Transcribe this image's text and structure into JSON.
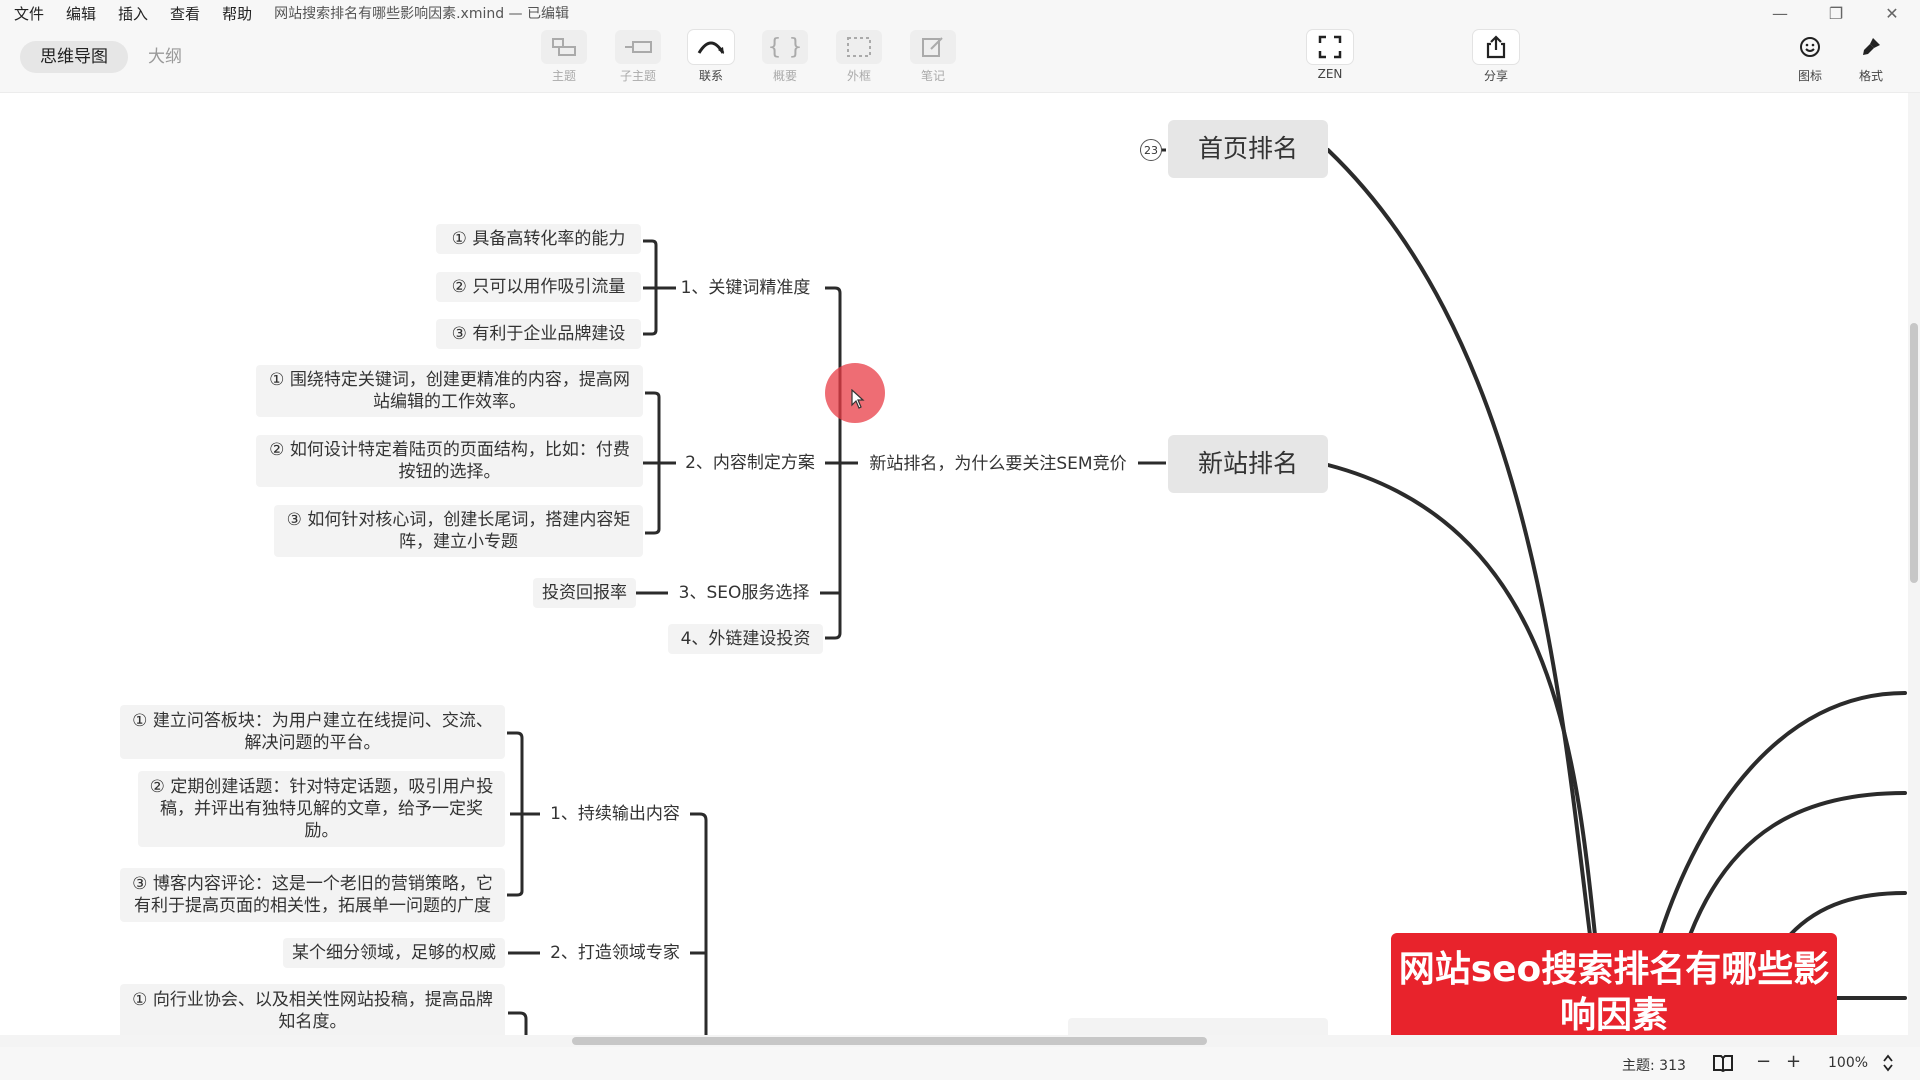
{
  "menu": [
    "文件",
    "编辑",
    "插入",
    "查看",
    "帮助"
  ],
  "document_title": "网站搜索排名有哪些影响因素.xmind — 已编辑",
  "window_controls": [
    "—",
    "❐",
    "✕"
  ],
  "view_tabs": [
    "思维导图",
    "大纲"
  ],
  "toolbar": {
    "topic": "主题",
    "subtopic": "子主题",
    "relation": "联系",
    "summary": "概要",
    "boundary": "外框",
    "note": "笔记",
    "zen": "ZEN",
    "share": "分享",
    "icon": "图标",
    "format": "格式"
  },
  "map": {
    "root": "网站seo搜索排名有哪些影响因素",
    "badge": "23",
    "main_topics": [
      "首页排名",
      "新站排名"
    ],
    "sem_topic": "新站排名，为什么要关注SEM竞价",
    "branch1": {
      "k1": "1、关键词精准度",
      "k1_items": [
        "① 具备高转化率的能力",
        "② 只可以用作吸引流量",
        "③ 有利于企业品牌建设"
      ],
      "k2": "2、内容制定方案",
      "k2_items": [
        "① 围绕特定关键词，创建更精准的内容，提高网站编辑的工作效率。",
        "② 如何设计特定着陆页的页面结构，比如：付费按钮的选择。",
        "③ 如何针对核心词，创建长尾词，搭建内容矩阵，建立小专题"
      ],
      "k3": "3、SEO服务选择",
      "k3_item": "投资回报率",
      "k4": "4、外链建设投资"
    },
    "branch2": {
      "c1": "1、持续输出内容",
      "c1_items": [
        "① 建立问答板块：为用户建立在线提问、交流、解决问题的平台。",
        "② 定期创建话题：针对特定话题，吸引用户投稿，并评出有独特见解的文章，给予一定奖励。",
        "③ 博客内容评论：这是一个老旧的营销策略，它有利于提高页面的相关性，拓展单一问题的广度"
      ],
      "c2": "2、打造领域专家",
      "c2_item": "某个细分领域，足够的权威",
      "c3_item": "① 向行业协会、以及相关性网站投稿，提高品牌知名度。"
    }
  },
  "status": {
    "topic_count": "主题: 313",
    "zoom": "100%",
    "zoom_out": "−",
    "zoom_in": "+"
  }
}
